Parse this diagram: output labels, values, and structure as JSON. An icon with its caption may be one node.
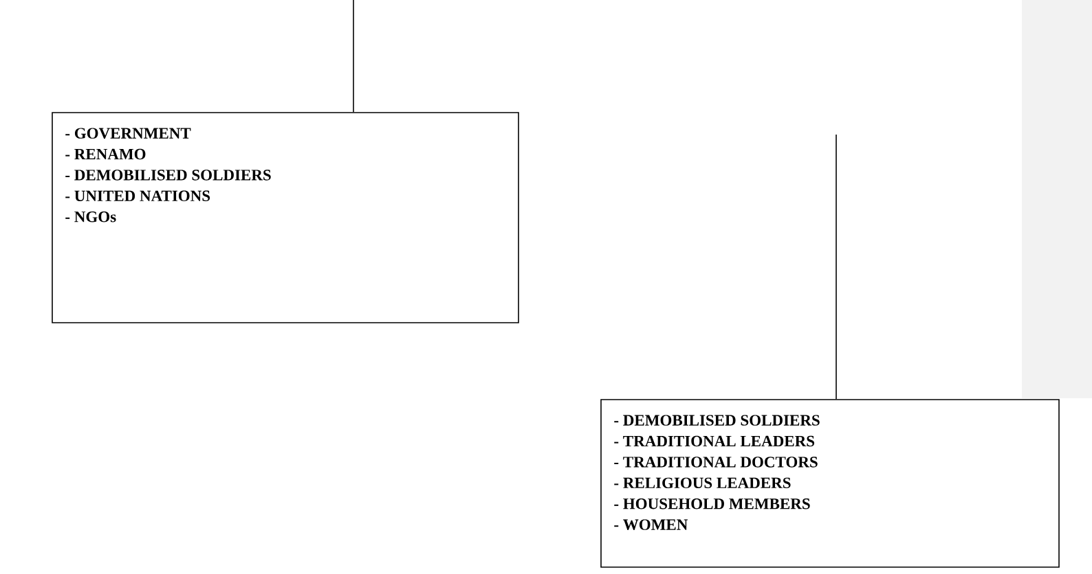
{
  "diagram": {
    "nodes": [
      {
        "text": [
          "- GOVERNMENT",
          "- RENAMO",
          "- DEMOBILISED SOLDIERS",
          "- UNITED NATIONS",
          "- NGOs"
        ]
      },
      {
        "text": [
          "- DEMOBILISED SOLDIERS",
          "- TRADITIONAL LEADERS",
          "- TRADITIONAL DOCTORS",
          "- RELIGIOUS LEADERS",
          "- HOUSEHOLD MEMBERS",
          "- WOMEN"
        ]
      }
    ],
    "edges": [
      {
        "from": null,
        "to": 0,
        "arrow": "none"
      },
      {
        "from": null,
        "to": 1,
        "arrow": "none"
      }
    ]
  }
}
